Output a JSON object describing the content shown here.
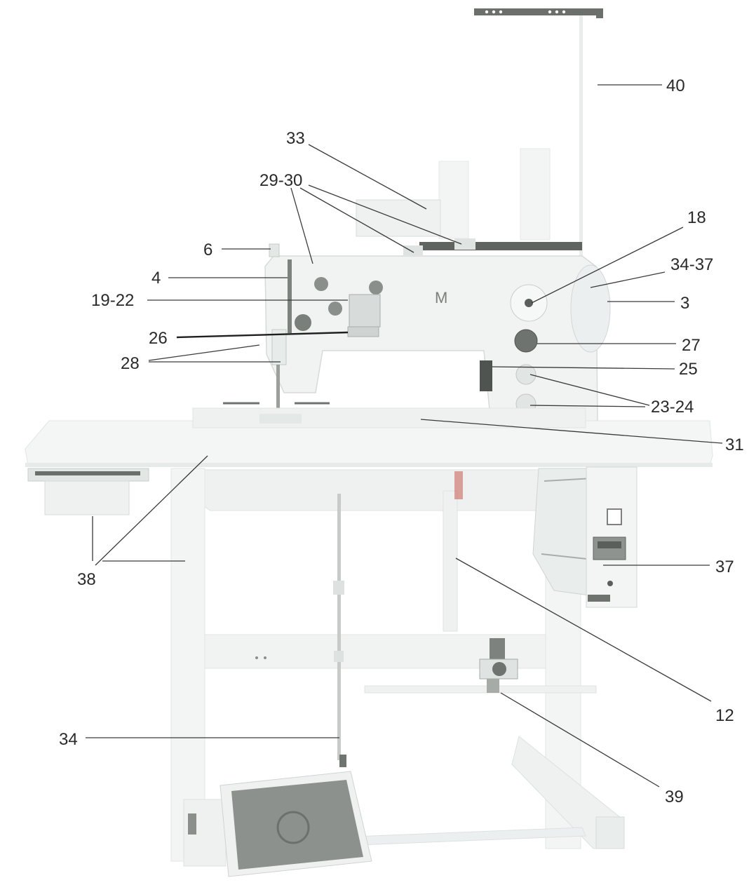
{
  "labels": {
    "l40": "40",
    "l33": "33",
    "l29_30": "29-30",
    "l18": "18",
    "l6": "6",
    "l34_37": "34-37",
    "l4": "4",
    "l3": "3",
    "l19_22": "19-22",
    "l26": "26",
    "l27": "27",
    "l28": "28",
    "l25": "25",
    "l23_24": "23-24",
    "l31": "31",
    "l38": "38",
    "l37": "37",
    "l12": "12",
    "l34": "34",
    "l39": "39"
  },
  "colors": {
    "machine": "#f0f3f1",
    "machine_shade": "#e3e7e5",
    "table": "#f4f6f5",
    "dark": "#5a5f5c",
    "mat": "#8d918e"
  }
}
